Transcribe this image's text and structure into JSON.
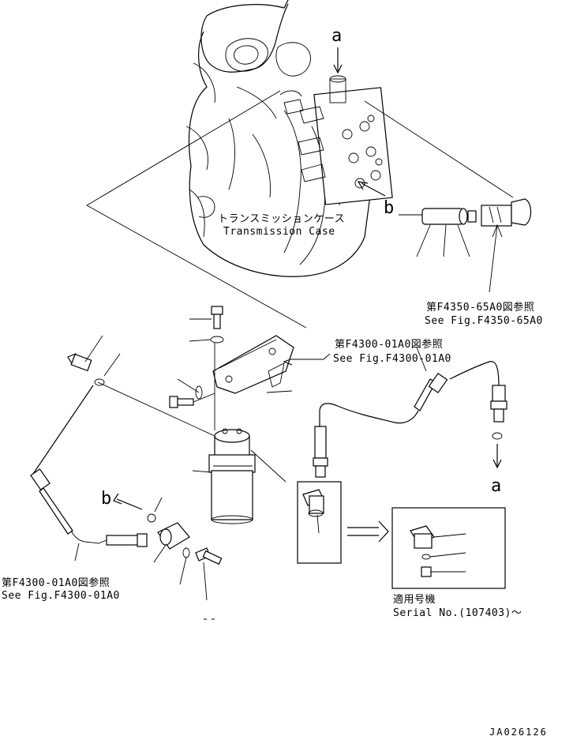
{
  "callouts": {
    "view_a": "a",
    "view_b": "b",
    "arrow_a_bottom": "a",
    "arrow_b_left": "b"
  },
  "transmission": {
    "label_jp": "トランスミッションケース",
    "label_en": "Transmission Case"
  },
  "references": {
    "fig_6500": {
      "jp": "第F4350-65A0図参照",
      "en": "See Fig.F4350-65A0"
    },
    "fig_0100_top": {
      "jp": "第F4300-01A0図参照",
      "en": "See Fig.F4300-01A0"
    },
    "fig_0100_left": {
      "jp": "第F4300-01A0図参照",
      "en": "See Fig.F4300-01A0"
    }
  },
  "serial_box": {
    "label_jp": "適用号機",
    "label_en": "Serial No.(107403)〜"
  },
  "drawing_code": "JA026126"
}
